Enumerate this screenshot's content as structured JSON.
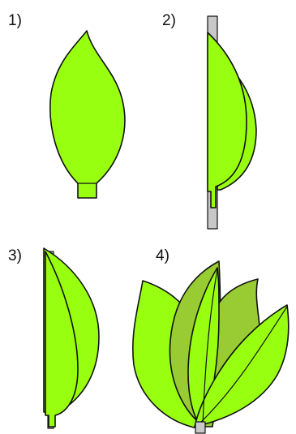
{
  "steps": [
    {
      "label": "1)"
    },
    {
      "label": "2)"
    },
    {
      "label": "3)"
    },
    {
      "label": "4)"
    }
  ],
  "colors": {
    "leaf_bright": "#99ff11",
    "leaf_dark": "#99cc33",
    "stick": "#c8c8c8",
    "outline": "#111111"
  }
}
